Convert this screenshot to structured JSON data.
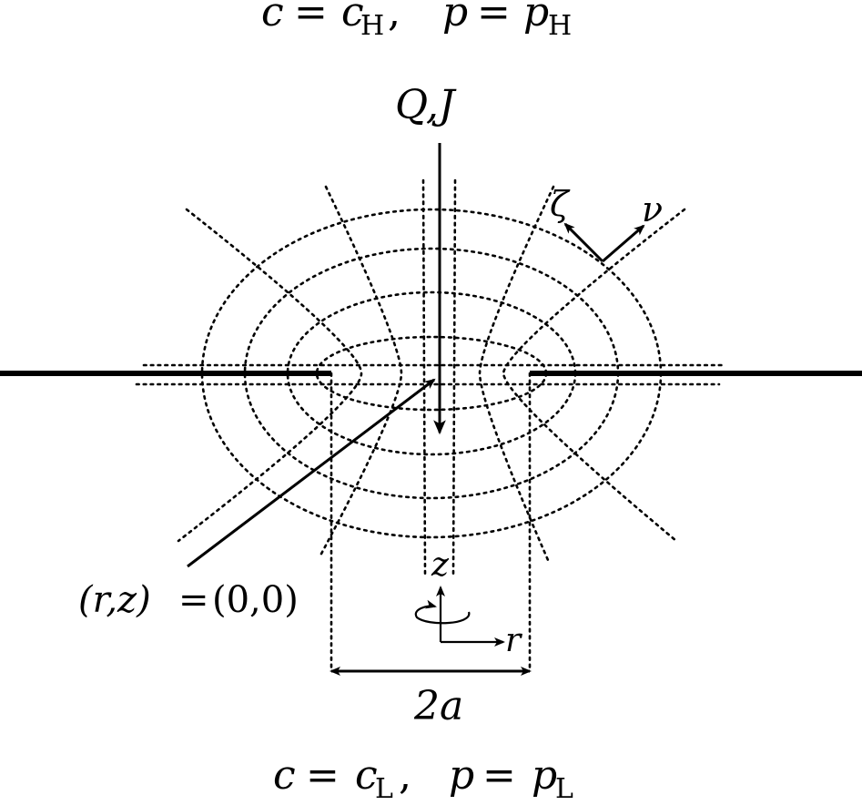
{
  "labels": {
    "top": {
      "c": "c",
      "eq": "=",
      "c_sub_sym": "c",
      "c_sub": "H",
      "p": "p",
      "p_sub_sym": "p",
      "p_sub": "H"
    },
    "bottom": {
      "c": "c",
      "eq": "=",
      "c_sub_sym": "c",
      "c_sub": "L",
      "p": "p",
      "p_sub_sym": "p",
      "p_sub": "L"
    },
    "flux": "Q,J",
    "zeta": "ζ",
    "nu": "ν",
    "origin_lhs": "(r,z)",
    "origin_eq": "=",
    "origin_rhs": "(0,0)",
    "z_axis": "z",
    "r_axis": "r",
    "width": "2a"
  }
}
